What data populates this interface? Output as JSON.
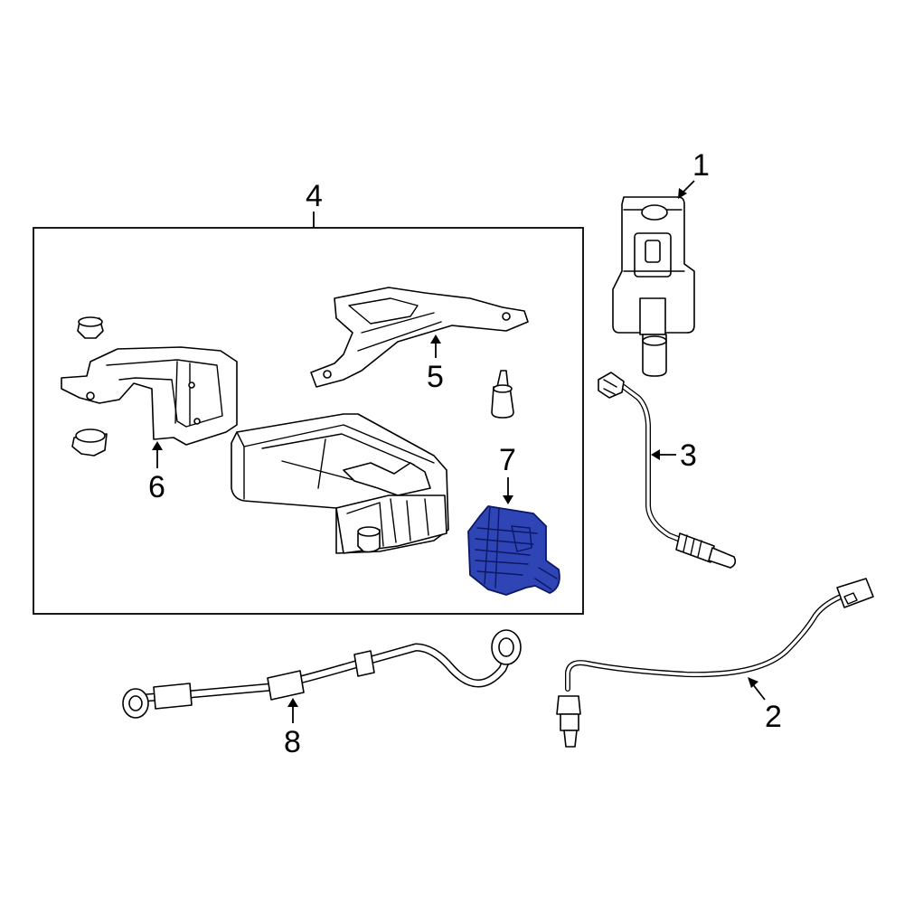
{
  "diagram": {
    "highlight_color": "#2f45b5",
    "callouts": [
      {
        "id": "1",
        "label": "1"
      },
      {
        "id": "2",
        "label": "2"
      },
      {
        "id": "3",
        "label": "3"
      },
      {
        "id": "4",
        "label": "4"
      },
      {
        "id": "5",
        "label": "5"
      },
      {
        "id": "6",
        "label": "6"
      },
      {
        "id": "7",
        "label": "7"
      },
      {
        "id": "8",
        "label": "8"
      }
    ]
  }
}
